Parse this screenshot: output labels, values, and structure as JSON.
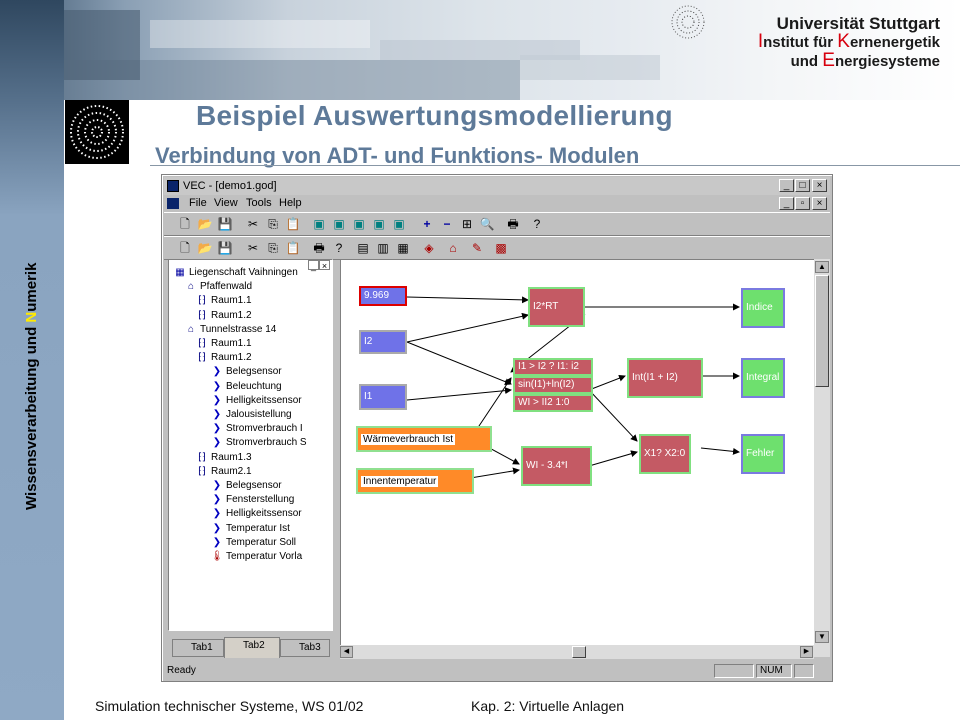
{
  "slide": {
    "university": "Universität Stuttgart",
    "institute_line1_prefix": "I",
    "institute_line1_a": "nstitut für ",
    "institute_line1_b": "K",
    "institute_line1_c": "ernenergetik",
    "institute_line2_a": "und ",
    "institute_line2_b": "E",
    "institute_line2_c": "nergiesysteme",
    "title": "Beispiel Auswertungsmodellierung",
    "subtitle": "Verbindung von ADT- und Funktions- Modulen",
    "sidebar_a": "Wissensverarbeitung und ",
    "sidebar_b": "N",
    "sidebar_c": "umerik",
    "footer_left": "Simulation technischer Systeme, WS 01/02",
    "footer_right": "Kap. 2: Virtuelle Anlagen"
  },
  "app": {
    "title": "VEC - [demo1.god]",
    "menu": [
      "File",
      "View",
      "Tools",
      "Help"
    ],
    "tree": [
      {
        "label": "Liegenschaft Vaihningen",
        "icon": "building-icon"
      },
      {
        "label": "Pfaffenwald",
        "icon": "house-icon"
      },
      {
        "label": "Raum1.1",
        "icon": "room-icon"
      },
      {
        "label": "Raum1.2",
        "icon": "room-icon"
      },
      {
        "label": "Tunnelstrasse 14",
        "icon": "house-icon"
      },
      {
        "label": "Raum1.1",
        "icon": "room-icon"
      },
      {
        "label": "Raum1.2",
        "icon": "room-icon"
      },
      {
        "label": "Belegsensor",
        "icon": "sensor-icon"
      },
      {
        "label": "Beleuchtung",
        "icon": "sensor-icon"
      },
      {
        "label": "Helligkeitssensor",
        "icon": "sensor-icon"
      },
      {
        "label": "Jalousistellung",
        "icon": "sensor-icon"
      },
      {
        "label": "Stromverbrauch I",
        "icon": "sensor-icon"
      },
      {
        "label": "Stromverbrauch S",
        "icon": "sensor-icon"
      },
      {
        "label": "Raum1.3",
        "icon": "room-icon"
      },
      {
        "label": "Raum2.1",
        "icon": "room-icon"
      },
      {
        "label": "Belegsensor",
        "icon": "sensor-icon"
      },
      {
        "label": "Fensterstellung",
        "icon": "sensor-icon"
      },
      {
        "label": "Helligkeitssensor",
        "icon": "sensor-icon"
      },
      {
        "label": "Temperatur Ist",
        "icon": "sensor-icon"
      },
      {
        "label": "Temperatur Soll",
        "icon": "sensor-icon"
      },
      {
        "label": "Temperatur Vorla",
        "icon": "thermometer-icon"
      }
    ],
    "tabs": [
      "Tab1",
      "Tab2",
      "Tab3"
    ],
    "status": {
      "left": "Ready",
      "num": "NUM"
    },
    "nodes": {
      "input_9969": "9.969",
      "i2": "I2",
      "i1": "I1",
      "waermeverbrauch": "Wärmeverbrauch Ist",
      "innentemperatur": "Innentemperatur",
      "i2rt": "I2*RT",
      "f1": "I1 > I2 ? I1: i2",
      "f2": "sin(I1)+ln(I2)",
      "f3": "WI > II2 1:0",
      "wi": "WI - 3.4*I",
      "int": "Int(I1 + I2)",
      "x1": "X1? X2:0",
      "indice": "Indice",
      "integral": "Integral",
      "fehler": "Fehler"
    }
  }
}
